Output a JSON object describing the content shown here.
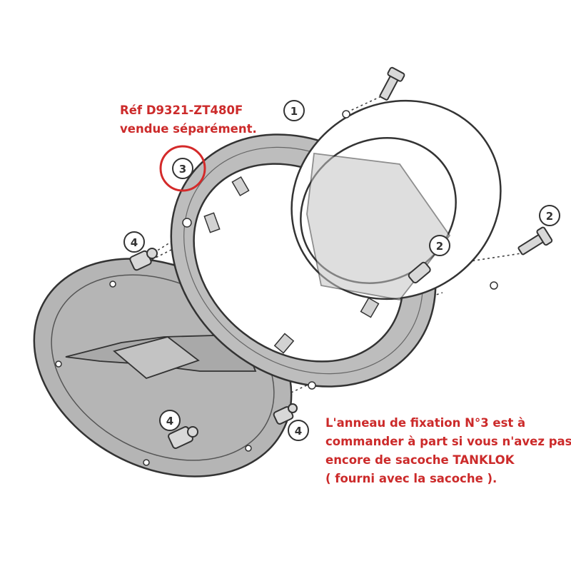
{
  "notes": {
    "top_line1": "Réf D9321-ZT480F",
    "top_line2": "vendue séparément.",
    "bottom_line1": "L'anneau de fixation N°3 est à",
    "bottom_line2": "commander à part si vous n'avez pas",
    "bottom_line3": "encore de sacoche TANKLOK",
    "bottom_line4": "( fourni avec la sacoche )."
  },
  "callouts": {
    "c1": "1",
    "c2a": "2",
    "c2b": "2",
    "c3": "3",
    "c4a": "4",
    "c4b": "4",
    "c4c": "4"
  },
  "colors": {
    "note_text": "#cc2a2a",
    "highlight_circle": "#d42a2a",
    "part_gray": "#b9b9b9",
    "outline": "#333333"
  }
}
